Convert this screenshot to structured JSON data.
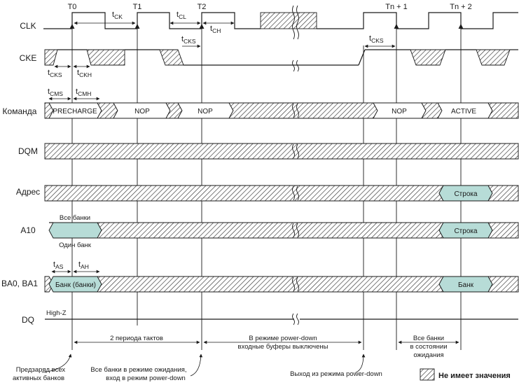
{
  "signals": {
    "clk": "CLK",
    "cke": "CKE",
    "command": "Команда",
    "dqm": "DQM",
    "address": "Адрес",
    "a10": "A10",
    "ba": "BA0, BA1",
    "dq": "DQ"
  },
  "clock_edges": {
    "t0": "T0",
    "t1": "T1",
    "t2": "T2",
    "tn1": "Tn + 1",
    "tn2": "Tn + 2"
  },
  "timing": {
    "t": "t",
    "ck": "CK",
    "cl": "CL",
    "ch": "CH",
    "cks": "CKS",
    "ckh": "CKH",
    "cms": "CMS",
    "cmh": "CMH",
    "as": "AS",
    "ah": "AH"
  },
  "commands": {
    "precharge": "PRECHARGE",
    "nop1": "NOP",
    "nop2": "NOP",
    "nop3": "NOP",
    "active": "ACTIVE"
  },
  "address": {
    "row": "Строка"
  },
  "a10": {
    "row": "Строка",
    "all_banks": "Все банки",
    "one_bank": "Один банк"
  },
  "ba": {
    "bank_banks": "Банк (банки)",
    "bank": "Банк"
  },
  "dq": {
    "highz": "High-Z"
  },
  "intervals": {
    "two_periods": "2 периода тактов",
    "powerdown_1": "В режиме power-down",
    "powerdown_2": "входные буферы выключены",
    "idle_1": "Все банки",
    "idle_2": "в состоянии",
    "idle_3": "ожидания"
  },
  "annotations": {
    "precharge_1": "Предзаряд всех",
    "precharge_2": "активных банков",
    "idle_1": "Все банки в режиме ожидания,",
    "idle_2": "вход в режим power-down",
    "exit": "Выход из режима power-down"
  },
  "legend": {
    "dont_care": "Не имеет значения"
  }
}
